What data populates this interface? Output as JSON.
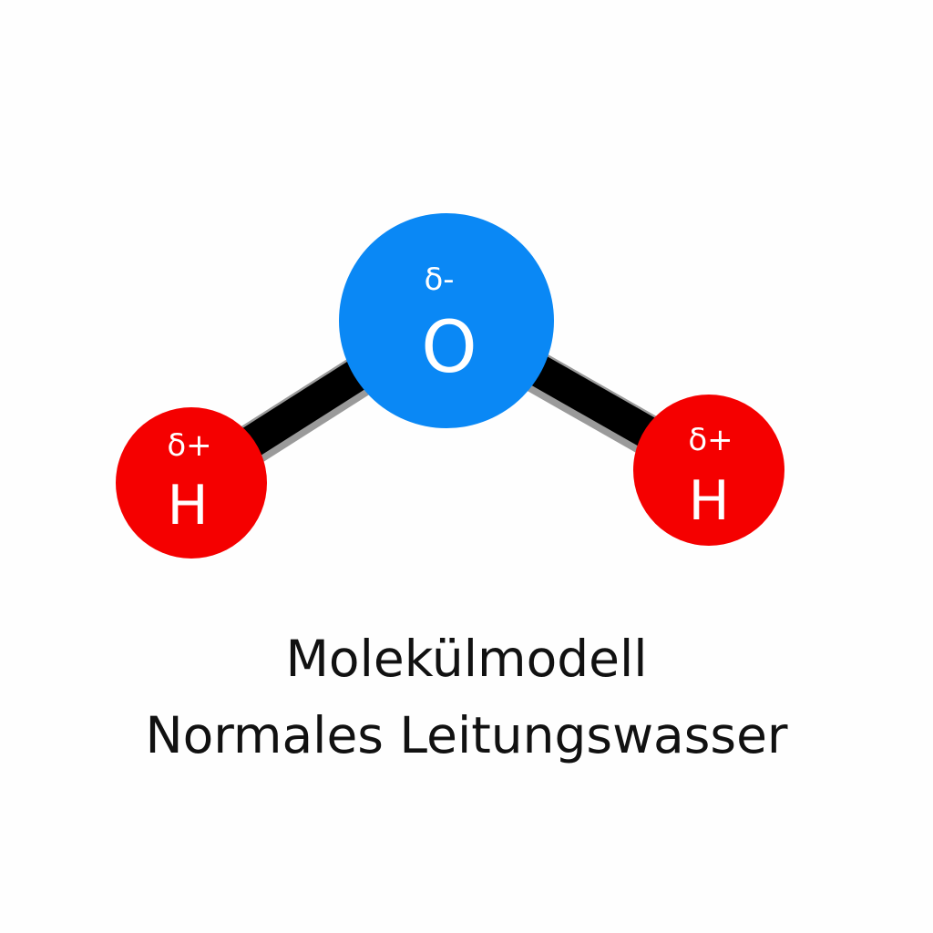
{
  "molecule": {
    "oxygen": {
      "symbol": "O",
      "charge": "δ-",
      "color": "#0a88f5"
    },
    "hydrogen_left": {
      "symbol": "H",
      "charge": "δ+",
      "color": "#f50000"
    },
    "hydrogen_right": {
      "symbol": "H",
      "charge": "δ+",
      "color": "#f50000"
    },
    "bond_color": "#000000"
  },
  "caption": {
    "line1": "Molekülmodell",
    "line2": "Normales Leitungswasser"
  }
}
